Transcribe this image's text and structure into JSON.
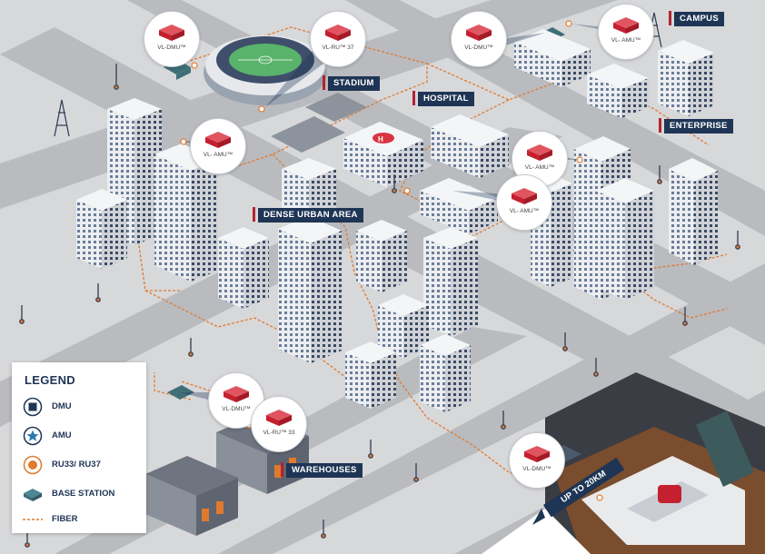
{
  "areas": {
    "stadium": "STADIUM",
    "hospital": "HOSPITAL",
    "campus": "CAMPUS",
    "enterprise": "ENTERPRISE",
    "dense_urban": "DENSE URBAN AREA",
    "warehouses": "WAREHOUSES"
  },
  "devices": {
    "stadium_dmu": "VL-DMU™",
    "stadium_ru": "VL-RU™ 37",
    "urban_amu": "VL- AMU™",
    "campus_dmu": "VL-DMU™",
    "campus_amu": "VL- AMU™",
    "hospital_amu": "VL- AMU™",
    "enterprise_amu": "VL- AMU™",
    "warehouse_dmu": "VL-DMU™",
    "warehouse_ru": "VL-RU™ 33",
    "subway_dmu": "VL-DMU™"
  },
  "distance": "UP TO 20KM",
  "legend": {
    "title": "LEGEND",
    "items": [
      {
        "label": "DMU",
        "icon": "dmu-square-icon"
      },
      {
        "label": "AMU",
        "icon": "amu-star-icon"
      },
      {
        "label": "RU33/ RU37",
        "icon": "ru-dot-icon"
      },
      {
        "label": "BASE STATION",
        "icon": "base-station-icon"
      },
      {
        "label": "FIBER",
        "icon": "fiber-line-icon"
      }
    ]
  },
  "colors": {
    "navy": "#1e3555",
    "fiber": "#e07a2e",
    "device_red": "#d9343f",
    "road": "#b9bbbf",
    "ground": "#d7d8da"
  }
}
